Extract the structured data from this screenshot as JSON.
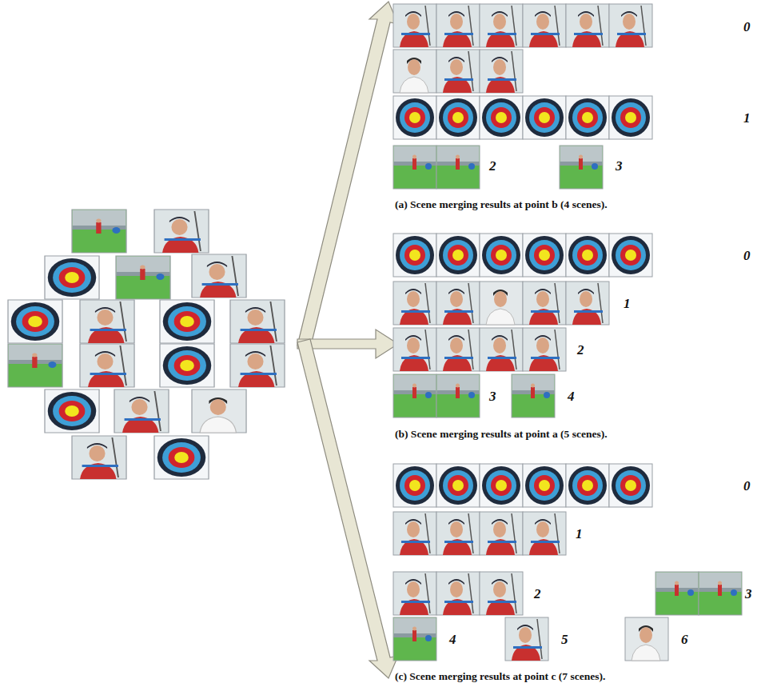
{
  "diagram": {
    "labels": [
      "0",
      "1",
      "2",
      "3",
      "(a) Scene merging results at point b (4 scenes).",
      "0",
      "1",
      "2",
      "3",
      "4",
      "(b) Scene merging results at point a (5 scenes).",
      "0",
      "1",
      "2",
      "3",
      "4",
      "5",
      "6",
      "(c) Scene merging results at point c (7 scenes)."
    ]
  }
}
